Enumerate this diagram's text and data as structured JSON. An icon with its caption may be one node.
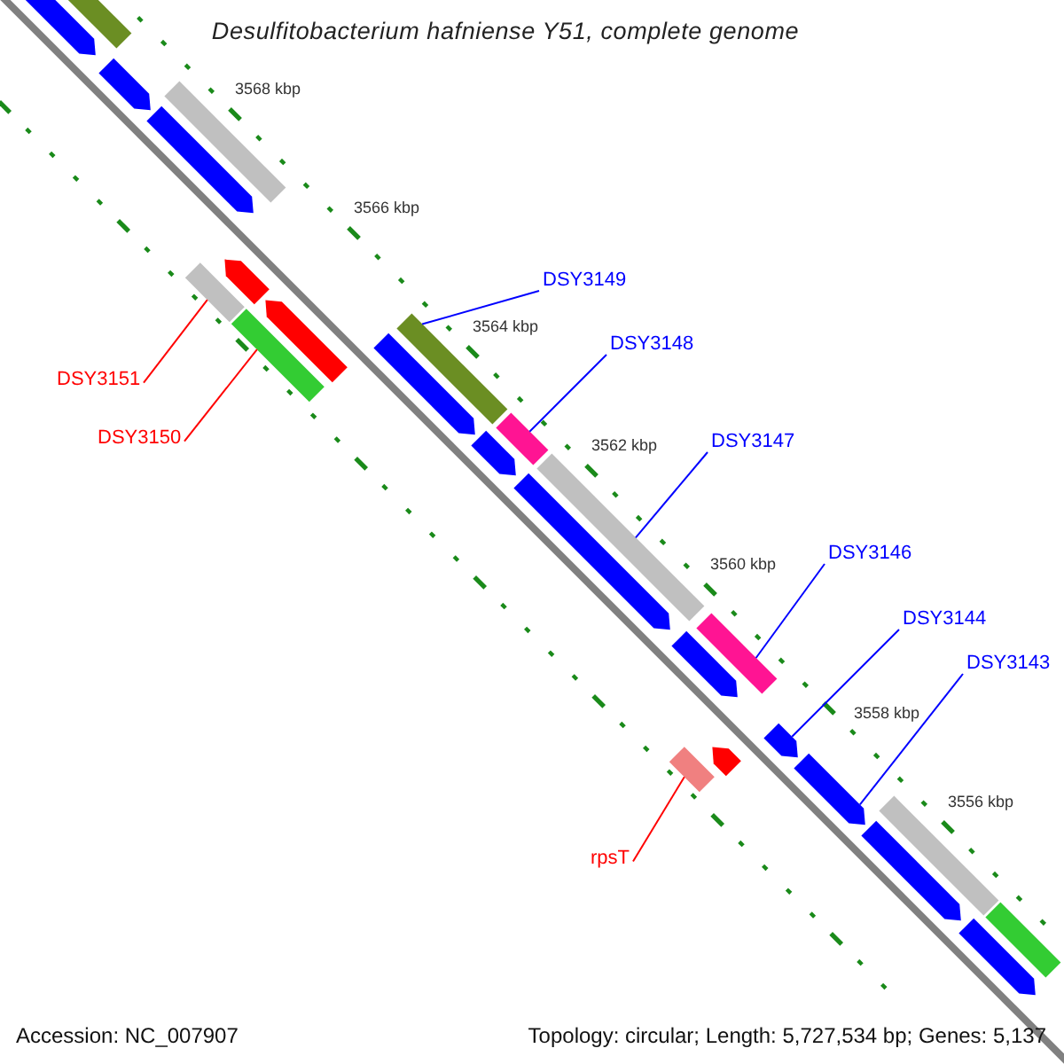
{
  "diagram": {
    "title": "Desulfitobacterium hafniense Y51, complete genome",
    "nodes": [
      {
        "text": [
          "DSY3149"
        ]
      },
      {
        "text": [
          "DSY3148"
        ]
      },
      {
        "text": [
          "DSY3147"
        ]
      },
      {
        "text": [
          "DSY3146"
        ]
      },
      {
        "text": [
          "DSY3144"
        ]
      },
      {
        "text": [
          "DSY3143"
        ]
      },
      {
        "text": [
          "DSY3151"
        ]
      },
      {
        "text": [
          "DSY3150"
        ]
      },
      {
        "text": [
          "rpsT"
        ]
      },
      {
        "text": [],
        "shape": "pentagon"
      },
      {
        "text": [],
        "shape": "box"
      },
      {
        "text": [],
        "shape": "pentagon"
      },
      {
        "text": [],
        "shape": "box"
      },
      {
        "text": [],
        "shape": "pentagon"
      },
      {
        "text": [],
        "shape": "box"
      },
      {
        "text": [],
        "shape": "pentagon"
      },
      {
        "text": [],
        "shape": "box"
      },
      {
        "text": [],
        "shape": "pentagon"
      },
      {
        "text": [],
        "shape": "pentagon"
      },
      {
        "text": [],
        "shape": "box"
      },
      {
        "text": [],
        "shape": "pentagon"
      },
      {
        "text": [],
        "shape": "box"
      },
      {
        "text": [],
        "shape": "pentagon"
      },
      {
        "text": [],
        "shape": "box"
      },
      {
        "text": [],
        "shape": "pentagon"
      },
      {
        "text": [],
        "shape": "box"
      },
      {
        "text": [],
        "shape": "box"
      },
      {
        "text": [],
        "shape": "pentagon"
      },
      {
        "text": [],
        "shape": "pentagon"
      },
      {
        "text": [],
        "shape": "pentagon"
      },
      {
        "text": [],
        "shape": "box"
      },
      {
        "text": [],
        "shape": "pentagon"
      },
      {
        "text": [],
        "shape": "box"
      },
      {
        "text": [],
        "shape": "pentagon"
      }
    ],
    "edges": [
      {
        "from": 0,
        "to": 19,
        "arrow": "none"
      },
      {
        "from": 1,
        "to": 21,
        "arrow": "none"
      },
      {
        "from": 2,
        "to": 23,
        "arrow": "none"
      },
      {
        "from": 3,
        "to": 25,
        "arrow": "none"
      },
      {
        "from": 4,
        "to": 28,
        "arrow": "none"
      },
      {
        "from": 5,
        "to": 29,
        "arrow": "none"
      },
      {
        "from": 6,
        "to": 14,
        "arrow": "none",
        "color": "#ff0000"
      },
      {
        "from": 7,
        "to": 16,
        "arrow": "none",
        "color": "#ff0000"
      },
      {
        "from": 8,
        "to": 26,
        "arrow": "none",
        "color": "#ff0000"
      }
    ],
    "labels": [
      "3568 kbp",
      "3566 kbp",
      "3564 kbp",
      "3562 kbp",
      "3560 kbp",
      "3558 kbp",
      "3556 kbp",
      "Accession: NC_007907",
      "Topology: circular; Length: 5,727,534 bp; Genes: 5,137"
    ]
  }
}
